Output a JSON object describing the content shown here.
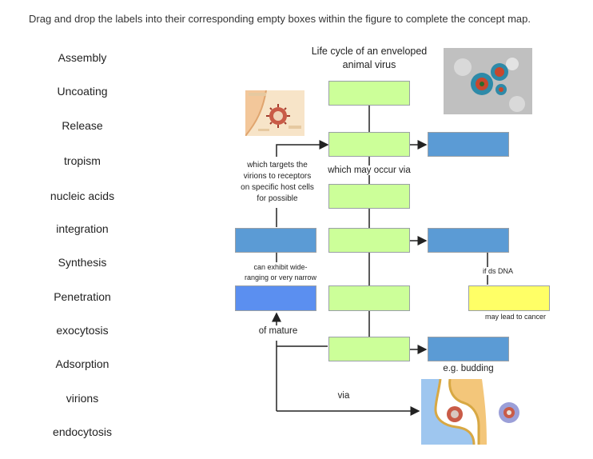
{
  "instruction": "Drag and drop the labels into their corresponding empty boxes within the figure to complete the concept map.",
  "labels": [
    "Assembly",
    "Uncoating",
    "Release",
    "tropism",
    "nucleic acids",
    "integration",
    "Synthesis",
    "Penetration",
    "exocytosis",
    "Adsorption",
    "virions",
    "endocytosis"
  ],
  "map": {
    "title_line1": "Life cycle of an enveloped",
    "title_line2": "animal virus",
    "targets_line1": "which targets the",
    "targets_line2": "virions to receptors",
    "targets_line3": "on specific host cells",
    "targets_line4": "for possible",
    "occur_via": "which may occur via",
    "exhibit_line1": "can exhibit wide-",
    "exhibit_line2": "ranging or very narrow",
    "if_ds_dna": "if ds DNA",
    "cancer": "may lead to cancer",
    "of_mature": "of mature",
    "budding": "e.g. budding",
    "via": "via"
  },
  "colors": {
    "green": "#ccff99",
    "blue": "#5b9bd5",
    "bright_blue": "#5b8ff0",
    "yellow": "#ffff66"
  }
}
